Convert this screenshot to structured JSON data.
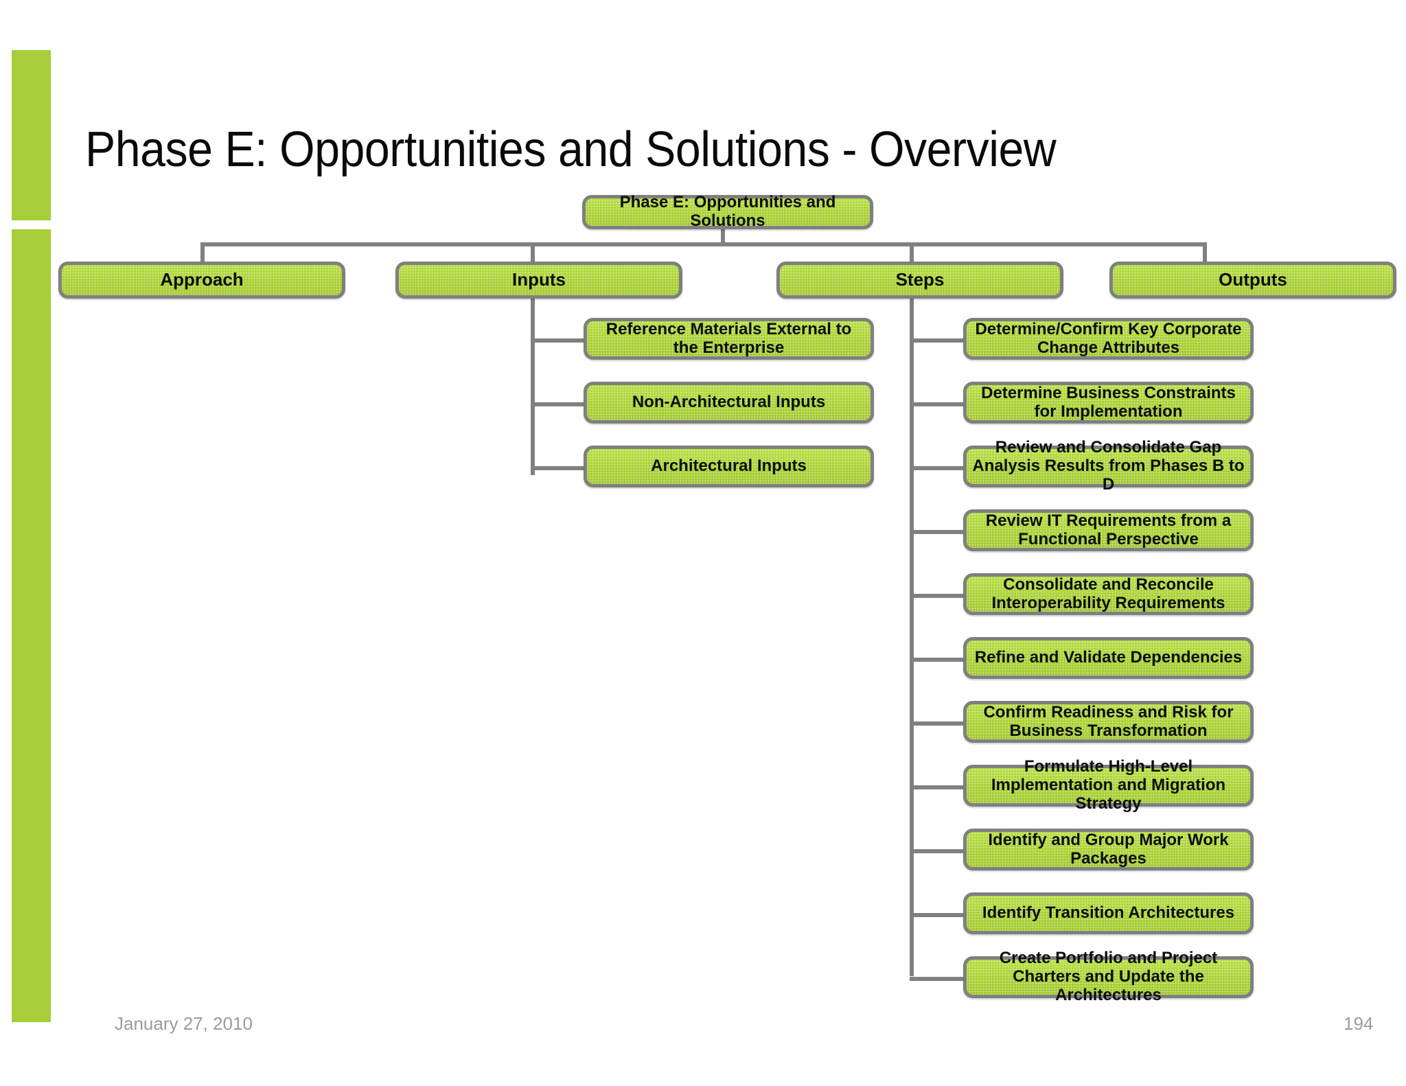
{
  "slide": {
    "title": "Phase E: Opportunities and Solutions - Overview",
    "footer_date": "January 27, 2010",
    "page_number": "194",
    "accent_color": "#A5CE39",
    "node_fill_color": "#A8D030",
    "node_border_color": "#7F7F7F",
    "connector_color": "#808080"
  },
  "chart": {
    "root": {
      "label": "Phase E: Opportunities and Solutions"
    },
    "columns": [
      {
        "label": "Approach",
        "children": []
      },
      {
        "label": "Inputs",
        "children": [
          {
            "label": "Reference Materials External to the Enterprise"
          },
          {
            "label": "Non-Architectural Inputs"
          },
          {
            "label": "Architectural Inputs"
          }
        ]
      },
      {
        "label": "Steps",
        "children": [
          {
            "label": "Determine/Confirm Key Corporate Change Attributes"
          },
          {
            "label": "Determine Business Constraints for Implementation"
          },
          {
            "label": "Review and Consolidate Gap Analysis Results from Phases B to D"
          },
          {
            "label": "Review IT Requirements from a Functional Perspective"
          },
          {
            "label": "Consolidate and Reconcile Interoperability Requirements"
          },
          {
            "label": "Refine and Validate Dependencies"
          },
          {
            "label": "Confirm Readiness and Risk for Business Transformation"
          },
          {
            "label": "Formulate High-Level Implementation and Migration Strategy"
          },
          {
            "label": "Identify and Group Major Work Packages"
          },
          {
            "label": "Identify Transition Architectures"
          },
          {
            "label": "Create Portfolio and Project Charters and Update the Architectures"
          }
        ]
      },
      {
        "label": "Outputs",
        "children": []
      }
    ]
  }
}
